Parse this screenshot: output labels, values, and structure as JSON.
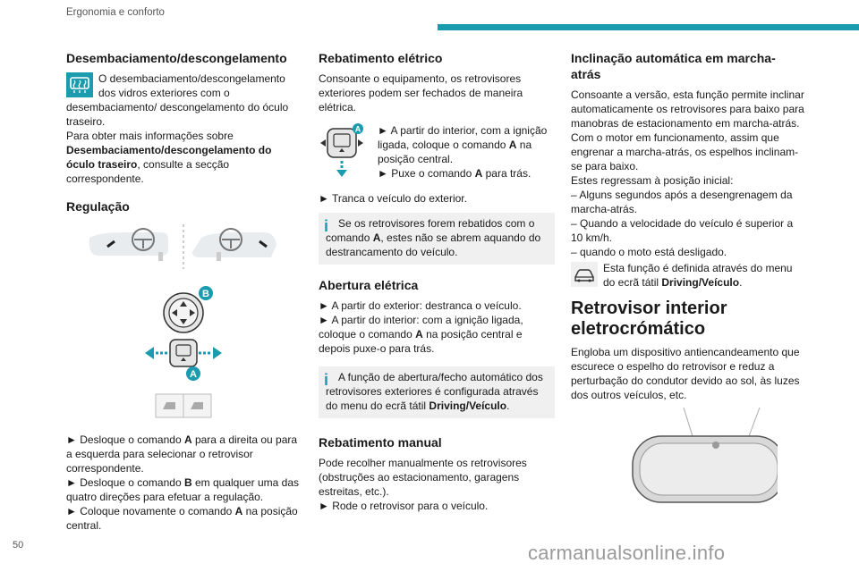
{
  "header": {
    "section": "Ergonomia e conforto"
  },
  "col1": {
    "defrost_title": "Desembaciamento/descongelamento",
    "defrost_text": "O desembaciamento/descongelamento dos vidros exteriores com o desembaciamento/ descongelamento do óculo traseiro.",
    "defrost_more_prefix": "Para obter mais informações sobre",
    "defrost_more_bold": "Desembaciamento/descongelamento do óculo traseiro",
    "defrost_more_suffix": ", consulte a secção correspondente.",
    "regulacao_title": "Regulação",
    "fig_label_a": "A",
    "fig_label_b": "B",
    "step1_pre": "► Desloque o comando ",
    "step1_bold": "A",
    "step1_post": " para a direita ou para a esquerda para selecionar o retrovisor correspondente.",
    "step2_pre": "► Desloque o comando ",
    "step2_bold": "B",
    "step2_post": " em qualquer uma das quatro direções para efetuar a regulação.",
    "step3_pre": "► Coloque novamente o comando ",
    "step3_bold": "A",
    "step3_post": " na posição central."
  },
  "col2": {
    "rebatimento_title": "Rebatimento elétrico",
    "rebatimento_text": "Consoante o equipamento, os retrovisores exteriores podem ser fechados de maneira elétrica.",
    "fig_label_a": "A",
    "r_step1_pre": "► A partir do interior, com a ignição ligada, coloque o comando ",
    "r_step1_bold": "A",
    "r_step1_post": " na posição central.",
    "r_step2_pre": "► Puxe o comando ",
    "r_step2_bold": "A",
    "r_step2_post": " para trás.",
    "r_step3": "► Tranca o veículo do exterior.",
    "note1_pre": "Se os retrovisores forem rebatidos com o comando ",
    "note1_bold": "A",
    "note1_post": ", estes não se abrem aquando do destrancamento do veículo.",
    "abertura_title": "Abertura elétrica",
    "a_step1": "► A partir do exterior: destranca o veículo.",
    "a_step2_pre": "► A partir do interior: com a ignição ligada, coloque o comando ",
    "a_step2_bold": "A",
    "a_step2_post": " na posição central e depois puxe-o para trás.",
    "note2_pre": "A função de abertura/fecho automático dos retrovisores exteriores é configurada através do menu do ecrã tátil ",
    "note2_bold": "Driving/Veículo",
    "note2_post": ".",
    "manual_title": "Rebatimento manual",
    "manual_text": "Pode recolher manualmente os retrovisores (obstruções ao estacionamento, garagens estreitas, etc.).",
    "manual_step": "► Rode o retrovisor para o veículo."
  },
  "col3": {
    "inclinacao_title": "Inclinação automática em marcha-atrás",
    "inclinacao_text": "Consoante a versão, esta função permite inclinar automaticamente os retrovisores para baixo para manobras de estacionamento em marcha-atrás.",
    "inclinacao_text2": "Com o motor em funcionamento, assim que engrenar a marcha-atrás, os espelhos inclinam-se para baixo.",
    "inclinacao_text3": "Estes regressam à posição inicial:",
    "cond1": "– Alguns segundos após a desengrenagem da marcha-atrás.",
    "cond2": "– Quando a velocidade do veículo é superior a 10 km/h.",
    "cond3": "– quando o moto está desligado.",
    "menu_pre": "Esta função é definida através do menu do ecrã tátil ",
    "menu_bold": "Driving/Veículo",
    "menu_post": ".",
    "electro_title": "Retrovisor interior eletrocrómático",
    "electro_text": "Engloba um dispositivo antiencandeamento que escurece o espelho do retrovisor e reduz a perturbação do condutor devido ao sol, às luzes dos outros veículos, etc."
  },
  "footer": {
    "page_number": "50",
    "watermark": "carmanualsonline.info"
  },
  "colors": {
    "accent": "#1a9bae",
    "note_bg": "#f0f0f0"
  }
}
